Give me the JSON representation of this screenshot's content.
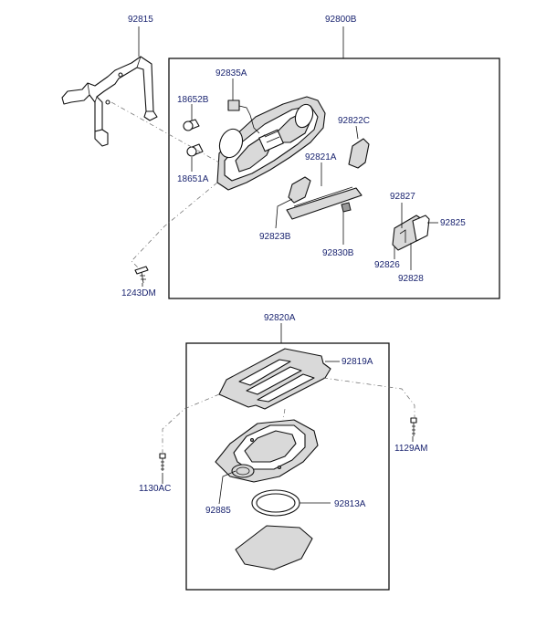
{
  "labels": {
    "p92815": "92815",
    "p92800B": "92800B",
    "p92835A": "92835A",
    "p18652B": "18652B",
    "p18651A": "18651A",
    "p92822C": "92822C",
    "p92821A": "92821A",
    "p92823B": "92823B",
    "p92830B": "92830B",
    "p92827": "92827",
    "p92825": "92825",
    "p92826": "92826",
    "p92828": "92828",
    "p1243DM": "1243DM",
    "p92820A": "92820A",
    "p92819A": "92819A",
    "p1129AM": "1129AM",
    "p1130AC": "1130AC",
    "p92885": "92885",
    "p92813A": "92813A"
  },
  "colors": {
    "label_text": "#1a2470",
    "line": "#111111",
    "part_fill": "#d9d9d9"
  }
}
